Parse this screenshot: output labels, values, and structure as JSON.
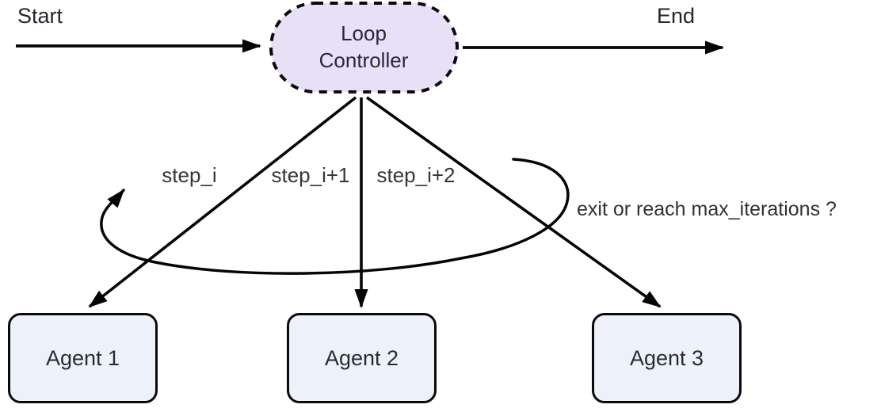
{
  "labels": {
    "start": "Start",
    "end": "End"
  },
  "loop_controller": {
    "label": "Loop Controller"
  },
  "agents": [
    {
      "label": "Agent 1"
    },
    {
      "label": "Agent 2"
    },
    {
      "label": "Agent 3"
    }
  ],
  "edges": {
    "step_labels": [
      "step_i",
      "step_i+1",
      "step_i+2"
    ],
    "loop_label": "exit or reach max_iterations ?"
  },
  "colors": {
    "controller_fill": "#e7e0f7",
    "agent_fill": "#edf1fa",
    "stroke": "#050505",
    "label_text": "#2e3237"
  }
}
